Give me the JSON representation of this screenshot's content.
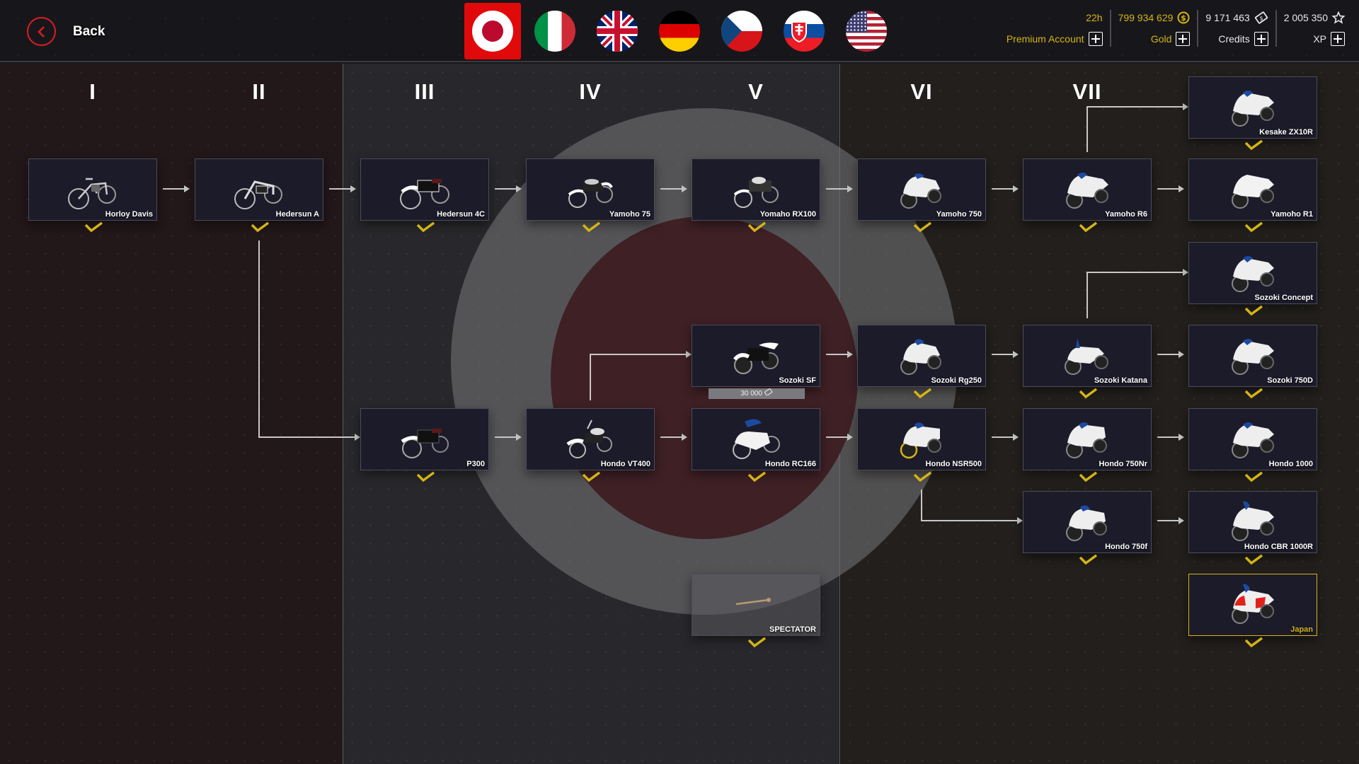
{
  "header": {
    "back_label": "Back",
    "flags": [
      {
        "name": "japan",
        "active": true
      },
      {
        "name": "italy",
        "active": false
      },
      {
        "name": "united-kingdom",
        "active": false
      },
      {
        "name": "germany",
        "active": false
      },
      {
        "name": "czech-republic",
        "active": false
      },
      {
        "name": "slovakia",
        "active": false
      },
      {
        "name": "usa",
        "active": false
      }
    ],
    "premium": {
      "time": "22h",
      "label": "Premium Account"
    },
    "gold": {
      "value": "799 934 629",
      "label": "Gold",
      "icon": "gold-coin-icon"
    },
    "credits": {
      "value": "9 171 463",
      "label": "Credits",
      "icon": "credits-banknote-icon"
    },
    "xp": {
      "value": "2 005 350",
      "label": "XP",
      "icon": "star-icon"
    }
  },
  "colors": {
    "accent_gold": "#d4b417",
    "accent_red": "#e11b22",
    "card_bg": "#1c1b2a"
  },
  "tiers": [
    "I",
    "II",
    "III",
    "IV",
    "V",
    "VI",
    "VII"
  ],
  "vehicles": [
    {
      "name": "Horloy Davis",
      "tier": "I",
      "owned": true
    },
    {
      "name": "Hedersun A",
      "tier": "II",
      "owned": true
    },
    {
      "name": "Hedersun 4C",
      "tier": "III",
      "owned": true
    },
    {
      "name": "Yamoho 75",
      "tier": "IV",
      "owned": true
    },
    {
      "name": "Yomaho RX100",
      "tier": "V",
      "owned": true
    },
    {
      "name": "Yamoho 750",
      "tier": "VI",
      "owned": true
    },
    {
      "name": "Yamoho R6",
      "tier": "VII",
      "owned": true
    },
    {
      "name": "Kesake ZX10R",
      "tier": "VII",
      "owned": true
    },
    {
      "name": "Yamoho R1",
      "tier": "VII",
      "owned": true
    },
    {
      "name": "Sozoki Concept",
      "tier": "VII",
      "owned": true
    },
    {
      "name": "Sozoki SF",
      "tier": "V",
      "owned": false,
      "price": "30 000"
    },
    {
      "name": "Sozoki Rg250",
      "tier": "VI",
      "owned": true
    },
    {
      "name": "Sozoki Katana",
      "tier": "VII",
      "owned": true
    },
    {
      "name": "Sozoki 750D",
      "tier": "VII",
      "owned": true
    },
    {
      "name": "P300",
      "tier": "III",
      "owned": true
    },
    {
      "name": "Hondo VT400",
      "tier": "IV",
      "owned": true
    },
    {
      "name": "Hondo RC166",
      "tier": "V",
      "owned": true
    },
    {
      "name": "Hondo NSR500",
      "tier": "VI",
      "owned": true
    },
    {
      "name": "Hondo 750Nr",
      "tier": "VII",
      "owned": true
    },
    {
      "name": "Hondo 1000",
      "tier": "VII",
      "owned": true
    },
    {
      "name": "Hondo 750f",
      "tier": "VII",
      "owned": true
    },
    {
      "name": "Hondo CBR 1000R",
      "tier": "VII",
      "owned": true
    },
    {
      "name": "SPECTATOR",
      "tier": "V",
      "owned": true
    },
    {
      "name": "Japan",
      "tier": "VII",
      "owned": true,
      "selected": true
    }
  ]
}
